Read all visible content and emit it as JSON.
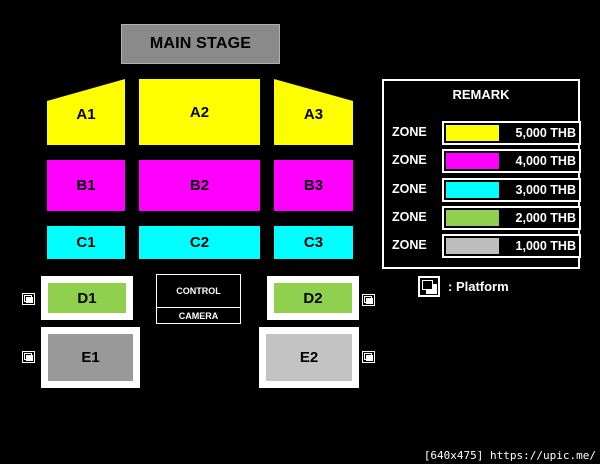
{
  "stage": {
    "label": "MAIN STAGE"
  },
  "zones": {
    "A1": "A1",
    "A2": "A2",
    "A3": "A3",
    "B1": "B1",
    "B2": "B2",
    "B3": "B3",
    "C1": "C1",
    "C2": "C2",
    "C3": "C3",
    "D1": "D1",
    "D2": "D2",
    "E1": "E1",
    "E2": "E2"
  },
  "booth": {
    "control_label": "CONTROL",
    "camera_label": "CAMERA"
  },
  "remark": {
    "title": "REMARK",
    "items": [
      {
        "zone_label": "ZONE",
        "price": "5,000 THB",
        "color": "#ffff00"
      },
      {
        "zone_label": "ZONE",
        "price": "4,000 THB",
        "color": "#ff00ff"
      },
      {
        "zone_label": "ZONE",
        "price": "3,000 THB",
        "color": "#00ffff"
      },
      {
        "zone_label": "ZONE",
        "price": "2,000 THB",
        "color": "#8fd14f"
      },
      {
        "zone_label": "ZONE",
        "price": "1,000 THB",
        "color": "#bdbdbd"
      }
    ]
  },
  "platform_legend": {
    "label": ": Platform",
    "icon": "platform-icon"
  },
  "watermark": "[640x475] https://upic.me/"
}
